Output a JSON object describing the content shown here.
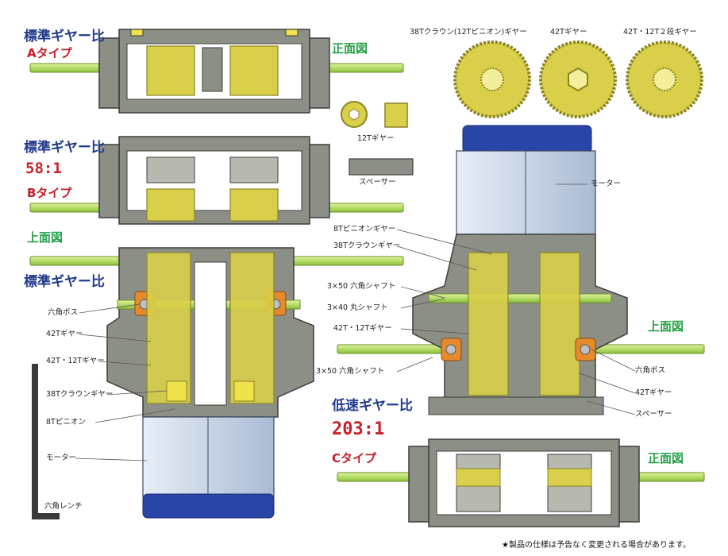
{
  "headings": {
    "a_heading": "標準ギヤー比",
    "a_type": "Aタイプ",
    "b_heading": "標準ギヤー比",
    "b_ratio": "58:1",
    "b_type": "Bタイプ",
    "left_top_view": "上面図",
    "left_std_heading": "標準ギヤー比",
    "right_top_view": "上面図",
    "low_heading": "低速ギヤー比",
    "low_ratio": "203:1",
    "c_type": "Cタイプ",
    "front_view_top": "正面図",
    "front_view_bottom": "正面図"
  },
  "parts_top": {
    "crown_38t": "38Tクラウン(12Tピニオン)ギヤー",
    "gear_42t": "42Tギヤー",
    "gear_42_12t": "42T・12T２段ギヤー",
    "gear_12t": "12Tギヤー",
    "spacer": "スペーサー"
  },
  "parts_right": {
    "motor": "モーター",
    "pinion_8t": "8Tピニオンギヤー",
    "crown_38t": "38Tクラウンギヤー",
    "shaft_hex": "3×50 六角シャフト",
    "shaft_round": "3×40 丸シャフト",
    "gear_42_12t": "42T・12Tギヤー",
    "shaft_hex_2": "3×50 六角シャフト",
    "hex_boss": "六角ボス",
    "gear_42t": "42Tギヤー",
    "spacer": "スペーサー"
  },
  "parts_left": {
    "hex_boss": "六角ボス",
    "gear_42t": "42Tギヤー",
    "gear_42_12t": "42T・12Tギヤー",
    "crown_38t": "38Tクラウンギヤー",
    "pinion_8t": "8Tピニオン",
    "motor": "モーター",
    "hex_wrench": "六角レンチ"
  },
  "footnote": "★製品の仕様は予告なく変更される場合があります。",
  "colors": {
    "frame": "#8c8f86",
    "frame_dark": "#55584f",
    "gear": "#d9cf4a",
    "gear_dark": "#8a8424",
    "shaft": "#b6e35a",
    "motor_body": "#c6d4e6",
    "motor_cap": "#2a45a8",
    "boss": "#e68a2e",
    "heading": "#203a8c",
    "ratio": "#c8202a",
    "view": "#27a24a"
  }
}
